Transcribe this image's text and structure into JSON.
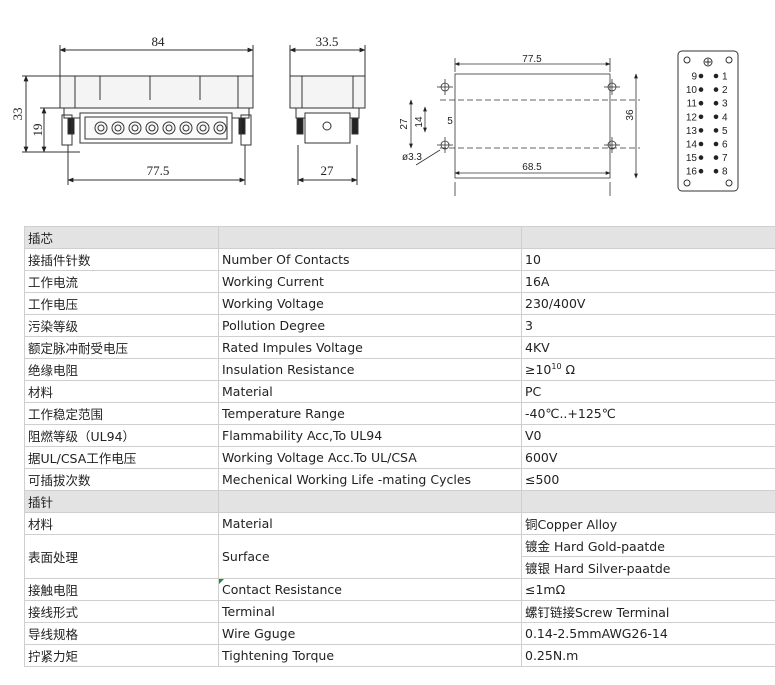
{
  "drawings": {
    "front": {
      "width": "84",
      "height_total": "33",
      "height_body": "19",
      "bottom_width": "77.5"
    },
    "side": {
      "width": "33.5",
      "bottom_width": "27"
    },
    "mounting": {
      "top_width": "77.5",
      "left_height": "27",
      "inner_height": "14",
      "small_dim": "5",
      "right_height": "36",
      "bottom_width": "68.5",
      "hole": "ø3.3"
    },
    "pin_layout": {
      "left": [
        "9",
        "10",
        "11",
        "12",
        "13",
        "14",
        "15",
        "16"
      ],
      "right": [
        "1",
        "2",
        "3",
        "4",
        "5",
        "6",
        "7",
        "8"
      ]
    }
  },
  "table": {
    "sections": [
      {
        "title": "插芯",
        "rows": [
          {
            "cn": "接插件针数",
            "en": "Number Of Contacts",
            "val": "10"
          },
          {
            "cn": "工作电流",
            "en": "Working Current",
            "val": "16A"
          },
          {
            "cn": "工作电压",
            "en": "Working Voltage",
            "val": "230/400V"
          },
          {
            "cn": "污染等级",
            "en": "Pollution Degree",
            "val": "3"
          },
          {
            "cn": "额定脉冲耐受电压",
            "en": "Rated Impules Voltage",
            "val": "4KV"
          },
          {
            "cn": "绝缘电阻",
            "en": "Insulation Resistance",
            "val_prefix": "≥10",
            "val_sup": "10",
            "val_suffix": " Ω"
          },
          {
            "cn": "材料",
            "en": "Material",
            "val": "PC"
          },
          {
            "cn": "工作稳定范围",
            "en": "Temperature Range",
            "val": "-40℃..+125℃"
          },
          {
            "cn": "阻燃等级（UL94）",
            "en": "Flammability Acc,To UL94",
            "val": "V0"
          },
          {
            "cn": "据UL/CSA工作电压",
            "en": "Working Voltage Acc.To UL/CSA",
            "val": "600V"
          },
          {
            "cn": "可插拔次数",
            "en": "Mechenical Working Life -mating Cycles",
            "val": "≤500"
          }
        ]
      },
      {
        "title": "插针",
        "rows": [
          {
            "cn": "材料",
            "en": "Material",
            "val": "铜Copper Alloy"
          },
          {
            "cn": "表面处理",
            "en": "Surface",
            "val": "镀金 Hard Gold-paatde",
            "val2": "镀银 Hard Silver-paatde"
          },
          {
            "cn": "接触电阻",
            "en": "Contact Resistance",
            "val": "≤1mΩ"
          },
          {
            "cn": "接线形式",
            "en": "Terminal",
            "val": "螺钉链接Screw Terminal"
          },
          {
            "cn": "导线规格",
            "en": "Wire Gguge",
            "val": "0.14-2.5mmAWG26-14"
          },
          {
            "cn": "拧紧力矩",
            "en": "Tightening Torque",
            "val": "0.25N.m"
          }
        ]
      }
    ]
  }
}
